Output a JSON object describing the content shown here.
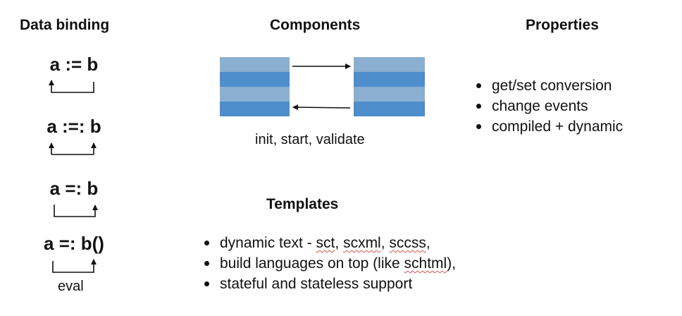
{
  "data_binding": {
    "heading": "Data binding",
    "expressions": [
      "a := b",
      "a :=: b",
      "a =: b",
      "a =: b()"
    ],
    "eval_label": "eval"
  },
  "components": {
    "heading": "Components",
    "caption": "init, start, validate",
    "colors": {
      "light": "#8aafd0",
      "dark": "#4e8ecd"
    }
  },
  "properties": {
    "heading": "Properties",
    "items": [
      "get/set conversion",
      "change events",
      "compiled + dynamic"
    ]
  },
  "templates": {
    "heading": "Templates",
    "item1": {
      "pre": "dynamic text - ",
      "w1": "sct",
      "sep1": ", ",
      "w2": "scxml",
      "sep2": ", ",
      "w3": "sccss",
      "post": ","
    },
    "item2": {
      "pre": "build languages on top (like ",
      "w1": "schtml",
      "post": "),"
    },
    "item3": "stateful and stateless support"
  }
}
